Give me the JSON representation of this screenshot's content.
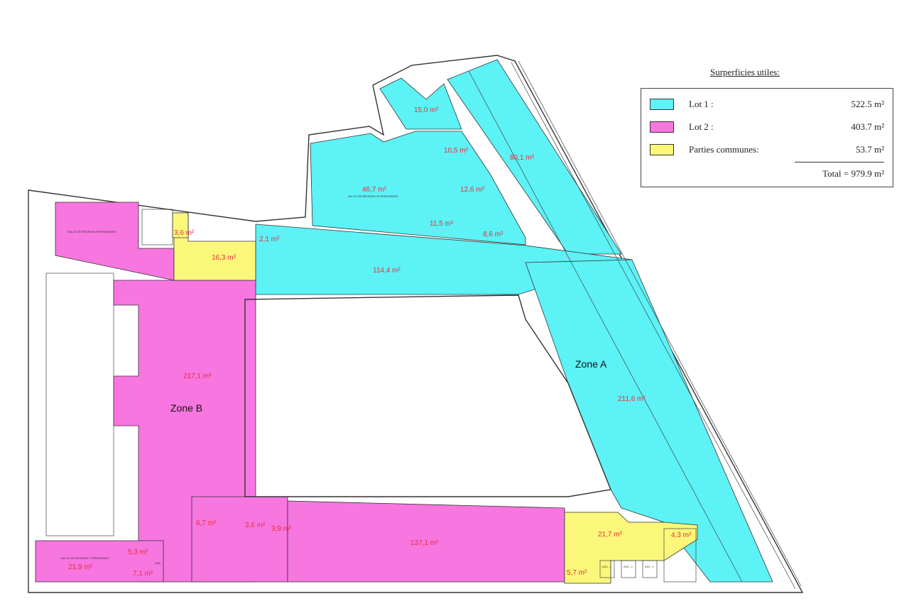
{
  "legend": {
    "title": "Surperficies utiles:",
    "items": [
      {
        "label": "Lot 1 :",
        "value": "522.5 m²",
        "color": "#5cf2f6"
      },
      {
        "label": "Lot 2 :",
        "value": "403.7 m²",
        "color": "#f776e0"
      },
      {
        "label": "Parties communes:",
        "value": "53.7 m²",
        "color": "#fbf77a"
      }
    ],
    "total": "Total = 979.9 m²"
  },
  "zones": {
    "a": "Zone A",
    "b": "Zone B"
  },
  "rooms": {
    "r15": "15,0 m²",
    "r10_5": "10,5 m²",
    "r80_1": "80,1 m²",
    "r46_7": "46,7 m²",
    "r46_7_name": "SALLE DE RÉUNION 16 PERSONNES",
    "r12_6": "12,6 m²",
    "r11_5": "11,5 m²",
    "r8_6": "8,6 m²",
    "r114_4": "114,4 m²",
    "r211_6": "211,6 m²",
    "r217_1": "217,1 m²",
    "r3_6": "3,6 m²",
    "r16_3": "16,3 m²",
    "r2_1": "2,1 m²",
    "salle8": "SALLE DE RÉUNION 8 PERSONNES",
    "r6_7": "6,7 m²",
    "r3_6b": "3,6 m²",
    "r3_9": "3,9 m²",
    "r137_1": "137,1 m²",
    "r5_3": "5,3 m²",
    "r7_1": "7,1 m²",
    "r21_9": "21,9 m²",
    "salle7": "SALLE DE RÉUNION 7 PERSONNES",
    "sas": "SAS",
    "r21_7": "21,7 m²",
    "r4_3": "4,3 m²",
    "r5_7": "5,7 m²",
    "asc1": "ASC. 1",
    "asc2": "ASC. 2",
    "asc3": "ASC. 3"
  }
}
